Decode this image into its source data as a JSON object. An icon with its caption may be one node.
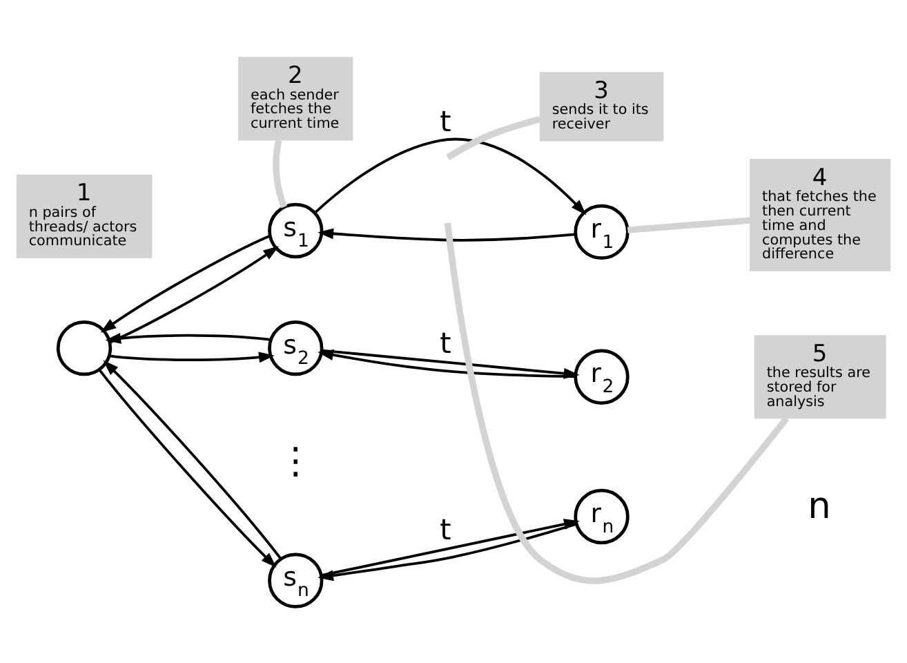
{
  "diagram": {
    "nodes": [
      {
        "text": [],
        "shape": "circle"
      },
      {
        "text": [
          "s$_{1}$"
        ]
      },
      {
        "text": [
          "s$_{2}$"
        ]
      },
      {
        "text": [
          "s$_{n}$"
        ]
      },
      {
        "text": [
          "r$_{1}$"
        ]
      },
      {
        "text": [
          "r$_{2}$"
        ]
      },
      {
        "text": [
          "r$_{n}$"
        ]
      },
      {
        "text": [
          "1",
          "n pairs of threads/ actors communicate"
        ]
      },
      {
        "text": [
          "2",
          "each sender fetches the current time"
        ]
      },
      {
        "text": [
          "3",
          "sends it to its receiver"
        ]
      },
      {
        "text": [
          "4",
          "that fetches the then current time and computes the difference"
        ]
      },
      {
        "text": [
          "5",
          "the results are stored for analysis"
        ]
      }
    ],
    "edges": [
      {
        "from": 0,
        "to": 1,
        "arrow": "to"
      },
      {
        "from": 1,
        "to": 0,
        "arrow": "to"
      },
      {
        "from": 0,
        "to": 2,
        "arrow": "to"
      },
      {
        "from": 2,
        "to": 0,
        "arrow": "to"
      },
      {
        "from": 0,
        "to": 3,
        "arrow": "to"
      },
      {
        "from": 3,
        "to": 0,
        "arrow": "to"
      },
      {
        "from": 1,
        "to": 4,
        "arrow": "to",
        "label": "t"
      },
      {
        "from": 4,
        "to": 1,
        "arrow": "to"
      },
      {
        "from": 2,
        "to": 5,
        "arrow": "to",
        "label": "t"
      },
      {
        "from": 5,
        "to": 2,
        "arrow": "to"
      },
      {
        "from": 3,
        "to": 6,
        "arrow": "to",
        "label": "t"
      },
      {
        "from": 6,
        "to": 3,
        "arrow": "to"
      },
      {
        "from": 8,
        "to": 1,
        "arrow": "none",
        "style": "thick",
        "color": "#d3d3d3"
      },
      {
        "from": 9,
        "to": null,
        "arrow": "none",
        "style": "thick",
        "color": "#d3d3d3"
      },
      {
        "from": 10,
        "to": 4,
        "arrow": "none",
        "style": "thick",
        "color": "#d3d3d3"
      },
      {
        "from": 11,
        "to": null,
        "arrow": "none",
        "style": "thick",
        "color": "#d3d3d3"
      }
    ],
    "labels": [
      "⋮",
      "n"
    ]
  }
}
